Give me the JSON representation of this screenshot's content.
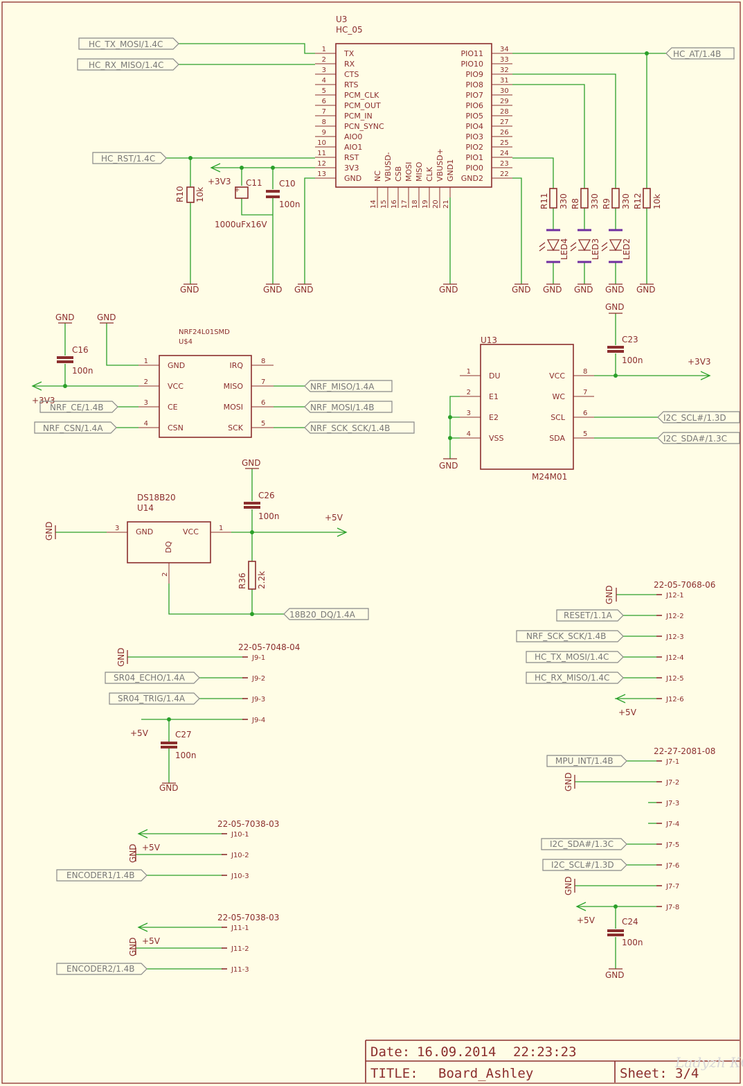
{
  "u3": {
    "ref": "U3",
    "value": "HC_05",
    "left_pins": [
      [
        "1",
        "TX"
      ],
      [
        "2",
        "RX"
      ],
      [
        "3",
        "CTS"
      ],
      [
        "4",
        "RTS"
      ],
      [
        "5",
        "PCM_CLK"
      ],
      [
        "6",
        "PCM_OUT"
      ],
      [
        "7",
        "PCM_IN"
      ],
      [
        "8",
        "PCN_SYNC"
      ],
      [
        "9",
        "AIO0"
      ],
      [
        "10",
        "AIO1"
      ],
      [
        "11",
        "RST"
      ],
      [
        "12",
        "3V3"
      ],
      [
        "13",
        "GND"
      ]
    ],
    "right_pins": [
      [
        "34",
        "PIO11"
      ],
      [
        "33",
        "PIO10"
      ],
      [
        "32",
        "PIO9"
      ],
      [
        "31",
        "PIO8"
      ],
      [
        "30",
        "PIO7"
      ],
      [
        "29",
        "PIO6"
      ],
      [
        "28",
        "PIO5"
      ],
      [
        "27",
        "PIO4"
      ],
      [
        "26",
        "PIO3"
      ],
      [
        "25",
        "PIO2"
      ],
      [
        "24",
        "PIO1"
      ],
      [
        "23",
        "PIO0"
      ],
      [
        "22",
        "GND2"
      ]
    ],
    "bottom_pins": [
      [
        "14",
        "NC"
      ],
      [
        "15",
        "VBUSD-"
      ],
      [
        "16",
        "CSB"
      ],
      [
        "17",
        "MOSI"
      ],
      [
        "18",
        "MISO"
      ],
      [
        "19",
        "CLK"
      ],
      [
        "20",
        "VBUSD+"
      ],
      [
        "21",
        "GND1"
      ]
    ]
  },
  "u4": {
    "ref": "U$4",
    "value": "NRF24L01SMD",
    "left_pins": [
      [
        "1",
        "GND"
      ],
      [
        "2",
        "VCC"
      ],
      [
        "3",
        "CE"
      ],
      [
        "4",
        "CSN"
      ]
    ],
    "right_pins": [
      [
        "8",
        "IRQ"
      ],
      [
        "7",
        "MISO"
      ],
      [
        "6",
        "MOSI"
      ],
      [
        "5",
        "SCK"
      ]
    ]
  },
  "u13": {
    "ref": "U13",
    "value": "M24M01",
    "left_pins": [
      [
        "1",
        "DU"
      ],
      [
        "2",
        "E1"
      ],
      [
        "3",
        "E2"
      ],
      [
        "4",
        "VSS"
      ]
    ],
    "right_pins": [
      [
        "8",
        "VCC"
      ],
      [
        "7",
        "WC"
      ],
      [
        "6",
        "SCL"
      ],
      [
        "5",
        "SDA"
      ]
    ]
  },
  "u14": {
    "ref": "U14",
    "value": "DS18B20",
    "pins": [
      [
        "3",
        "GND"
      ],
      [
        "1",
        "VCC"
      ],
      [
        "2",
        "DQ"
      ]
    ]
  },
  "nets": {
    "hc_tx": "HC_TX_MOSI/1.4C",
    "hc_rx": "HC_RX_MISO/1.4C",
    "hc_rst": "HC_RST/1.4C",
    "hc_at": "HC_AT/1.4B",
    "nrf_miso": "NRF_MISO/1.4A",
    "nrf_mosi": "NRF_MOSI/1.4B",
    "nrf_ce": "NRF_CE/1.4B",
    "nrf_csn": "NRF_CSN/1.4A",
    "nrf_sck": "NRF_SCK_SCK/1.4B",
    "i2c_scl": "I2C_SCL#/1.3D",
    "i2c_sda": "I2C_SDA#/1.3C",
    "dq": "18B20_DQ/1.4A",
    "reset": "RESET/1.1A",
    "sr04_echo": "SR04_ECHO/1.4A",
    "sr04_trig": "SR04_TRIG/1.4A",
    "mpu_int": "MPU_INT/1.4B",
    "enc1": "ENCODER1/1.4B",
    "enc2": "ENCODER2/1.4B"
  },
  "power": {
    "gnd": "GND",
    "v33": "+3V3",
    "v5": "+5V"
  },
  "parts": {
    "r10": [
      "R10",
      "10k"
    ],
    "r11": [
      "R11",
      "330"
    ],
    "r8": [
      "R8",
      "330"
    ],
    "r9": [
      "R9",
      "330"
    ],
    "r12": [
      "R12",
      "10k"
    ],
    "r36": [
      "R36",
      "2.2k"
    ],
    "c11": [
      "C11",
      "1000uFx16V"
    ],
    "c10": [
      "C10",
      "100n"
    ],
    "c16": [
      "C16",
      "100n"
    ],
    "c23": [
      "C23",
      "100n"
    ],
    "c26": [
      "C26",
      "100n"
    ],
    "c27": [
      "C27",
      "100n"
    ],
    "c24": [
      "C24",
      "100n"
    ],
    "led4": "LED4",
    "led3": "LED3",
    "led2": "LED2"
  },
  "connectors": {
    "j12": {
      "value": "22-05-7068-06",
      "pins": [
        "J12-1",
        "J12-2",
        "J12-3",
        "J12-4",
        "J12-5",
        "J12-6"
      ]
    },
    "j9": {
      "value": "22-05-7048-04",
      "pins": [
        "J9-1",
        "J9-2",
        "J9-3",
        "J9-4"
      ]
    },
    "j7": {
      "value": "22-27-2081-08",
      "pins": [
        "J7-1",
        "J7-2",
        "J7-3",
        "J7-4",
        "J7-5",
        "J7-6",
        "J7-7",
        "J7-8"
      ]
    },
    "j10": {
      "value": "22-05-7038-03",
      "pins": [
        "J10-1",
        "J10-2",
        "J10-3"
      ]
    },
    "j11": {
      "value": "22-05-7038-03",
      "pins": [
        "J11-1",
        "J11-2",
        "J11-3"
      ]
    }
  },
  "title_block": {
    "date_label": "Date:",
    "date": "16.09.2014",
    "time": "22:23:23",
    "title_label": "TITLE:",
    "title": "Board_Ashley",
    "sheet_label": "Sheet:",
    "sheet": "3/4"
  },
  "watermark": "Ladyzh КОТ"
}
